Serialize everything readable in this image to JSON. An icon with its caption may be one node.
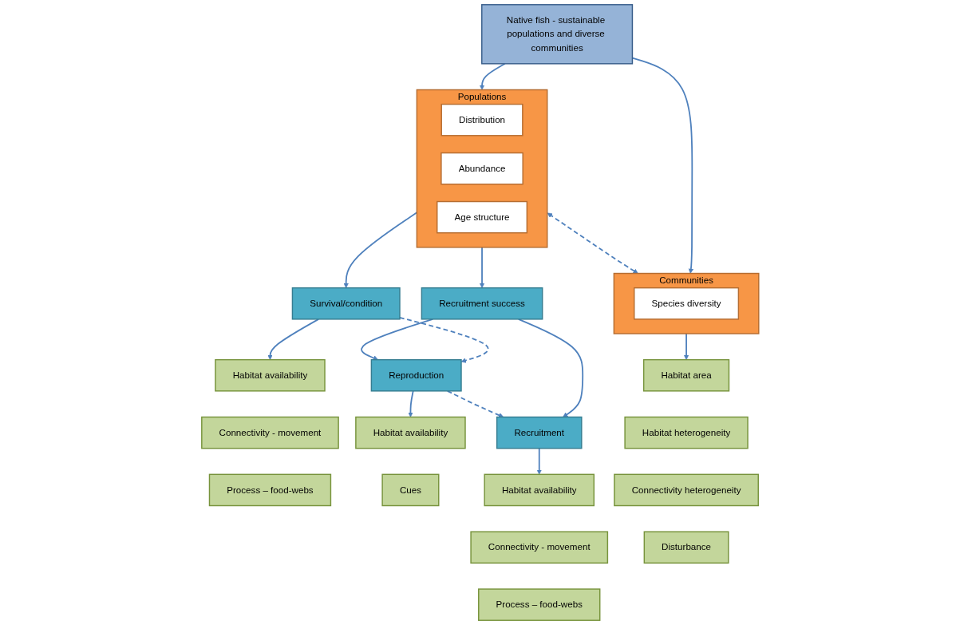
{
  "diagram": {
    "nodes": [
      {
        "text": [
          "Native fish - sustainable populations and diverse communities"
        ]
      },
      {
        "text": [
          "Populations"
        ]
      },
      {
        "text": [
          "Distribution"
        ],
        "in": 1
      },
      {
        "text": [
          "Abundance"
        ],
        "in": 1
      },
      {
        "text": [
          "Age structure"
        ],
        "in": 1
      },
      {
        "text": [
          "Communities"
        ]
      },
      {
        "text": [
          "Species diversity"
        ],
        "in": 5
      },
      {
        "text": [
          "Survival/condition"
        ]
      },
      {
        "text": [
          "Recruitment success"
        ]
      },
      {
        "text": [
          "Reproduction"
        ]
      },
      {
        "text": [
          "Recruitment"
        ]
      },
      {
        "text": [
          "Habitat availability"
        ]
      },
      {
        "text": [
          "Connectivity - movement"
        ]
      },
      {
        "text": [
          "Process – food-webs"
        ]
      },
      {
        "text": [
          "Habitat availability"
        ]
      },
      {
        "text": [
          "Cues"
        ]
      },
      {
        "text": [
          "Habitat availability"
        ]
      },
      {
        "text": [
          "Connectivity - movement"
        ]
      },
      {
        "text": [
          "Process – food-webs"
        ]
      },
      {
        "text": [
          "Habitat area"
        ]
      },
      {
        "text": [
          "Habitat heterogeneity"
        ]
      },
      {
        "text": [
          "Connectivity heterogeneity"
        ]
      },
      {
        "text": [
          "Disturbance"
        ]
      }
    ],
    "edges": [
      {
        "from": 0,
        "to": 1,
        "arrow": "to"
      },
      {
        "from": 0,
        "to": 5,
        "arrow": "to"
      },
      {
        "from": 1,
        "to": 5,
        "arrow": "both",
        "style": "dashed"
      },
      {
        "from": 1,
        "to": 7,
        "arrow": "to"
      },
      {
        "from": 1,
        "to": 8,
        "arrow": "to"
      },
      {
        "from": 7,
        "to": 9,
        "arrow": "to",
        "style": "dashed"
      },
      {
        "from": 8,
        "to": 9,
        "arrow": "to"
      },
      {
        "from": 8,
        "to": 10,
        "arrow": "to"
      },
      {
        "from": 9,
        "to": 10,
        "arrow": "to",
        "style": "dashed"
      },
      {
        "from": 7,
        "to": 11,
        "arrow": "to"
      },
      {
        "from": 9,
        "to": 14,
        "arrow": "to"
      },
      {
        "from": 10,
        "to": 16,
        "arrow": "to"
      },
      {
        "from": 5,
        "to": 19,
        "arrow": "to"
      }
    ]
  }
}
